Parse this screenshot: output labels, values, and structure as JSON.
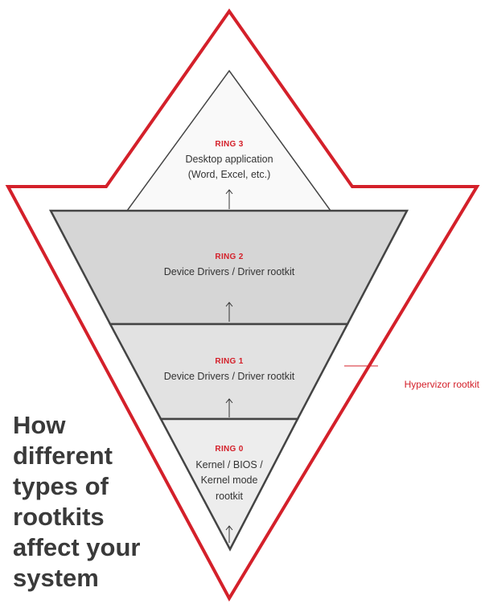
{
  "colors": {
    "accent": "#d4202a",
    "ring3_fill": "#f9f9f9",
    "ring2_fill": "#d6d6d6",
    "ring1_fill": "#e2e2e2",
    "ring0_fill": "#ededed",
    "outline": "#444444",
    "text": "#333333"
  },
  "rings": [
    {
      "title": "RING 3",
      "lines": [
        "Desktop application",
        "(Word, Excel, etc.)"
      ]
    },
    {
      "title": "RING 2",
      "lines": [
        "Device Drivers / Driver rootkit"
      ]
    },
    {
      "title": "RING 1",
      "lines": [
        "Device Drivers / Driver rootkit"
      ]
    },
    {
      "title": "RING 0",
      "lines": [
        "Kernel / BIOS /",
        "Kernel mode",
        "rootkit"
      ]
    }
  ],
  "hypervisor": {
    "label": "Hypervizor rootkit"
  },
  "headline": {
    "lines": [
      "How",
      "different",
      "types of",
      "rootkits",
      "affect your",
      "system"
    ]
  }
}
